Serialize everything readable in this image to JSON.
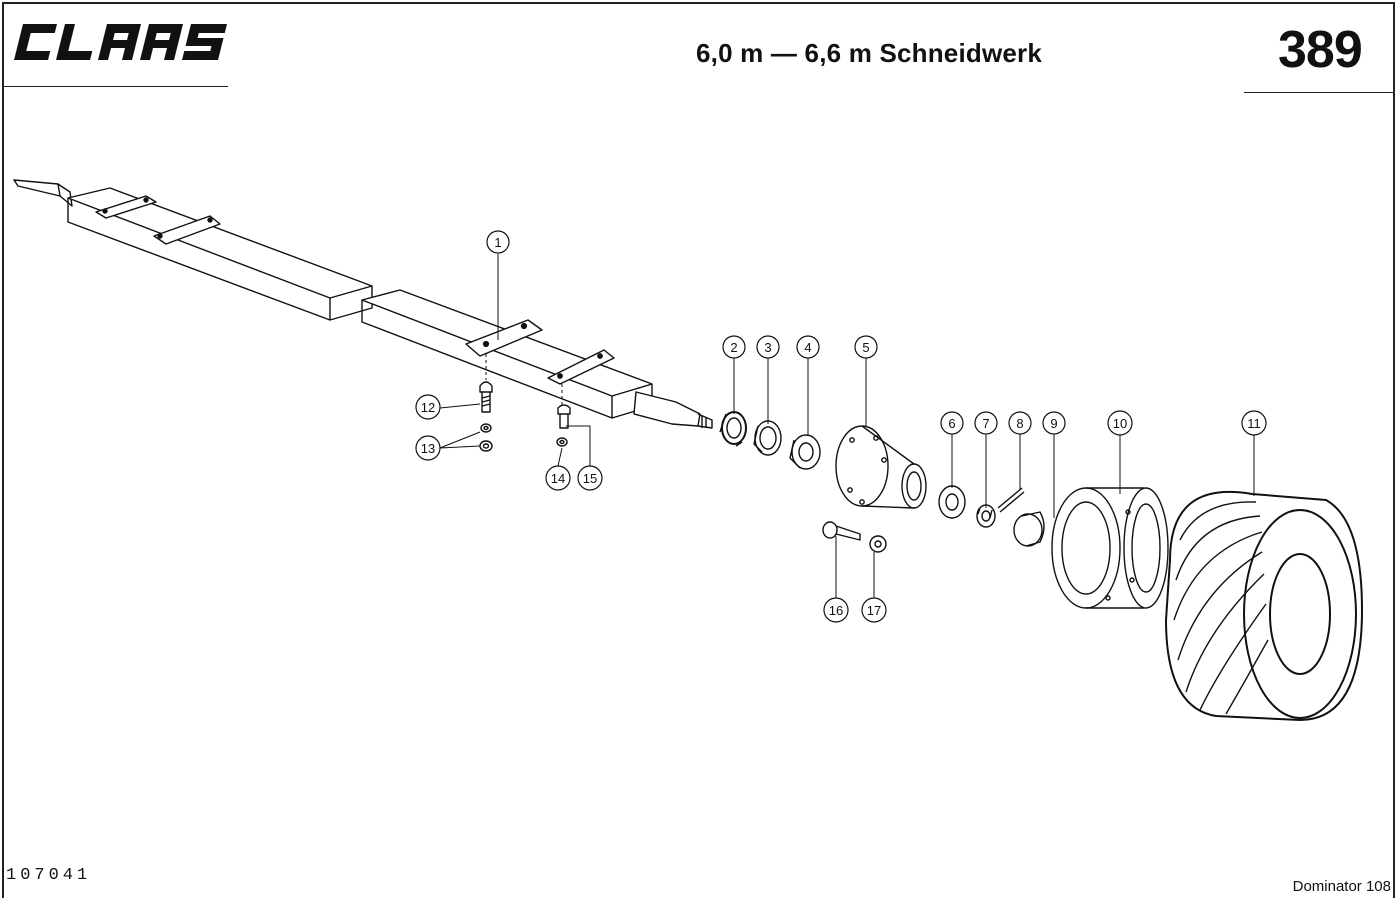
{
  "header": {
    "brand": "CLAAS",
    "title": "6,0 m — 6,6 m Schneidwerk",
    "page_number": "389"
  },
  "footer": {
    "document_number": "107041",
    "model": "Dominator 108"
  },
  "callouts": [
    {
      "id": "1",
      "label": "1"
    },
    {
      "id": "2",
      "label": "2"
    },
    {
      "id": "3",
      "label": "3"
    },
    {
      "id": "4",
      "label": "4"
    },
    {
      "id": "5",
      "label": "5"
    },
    {
      "id": "6",
      "label": "6"
    },
    {
      "id": "7",
      "label": "7"
    },
    {
      "id": "8",
      "label": "8"
    },
    {
      "id": "9",
      "label": "9"
    },
    {
      "id": "10",
      "label": "10"
    },
    {
      "id": "11",
      "label": "11"
    },
    {
      "id": "12",
      "label": "12"
    },
    {
      "id": "13",
      "label": "13"
    },
    {
      "id": "14",
      "label": "14"
    },
    {
      "id": "15",
      "label": "15"
    },
    {
      "id": "16",
      "label": "16"
    },
    {
      "id": "17",
      "label": "17"
    }
  ]
}
